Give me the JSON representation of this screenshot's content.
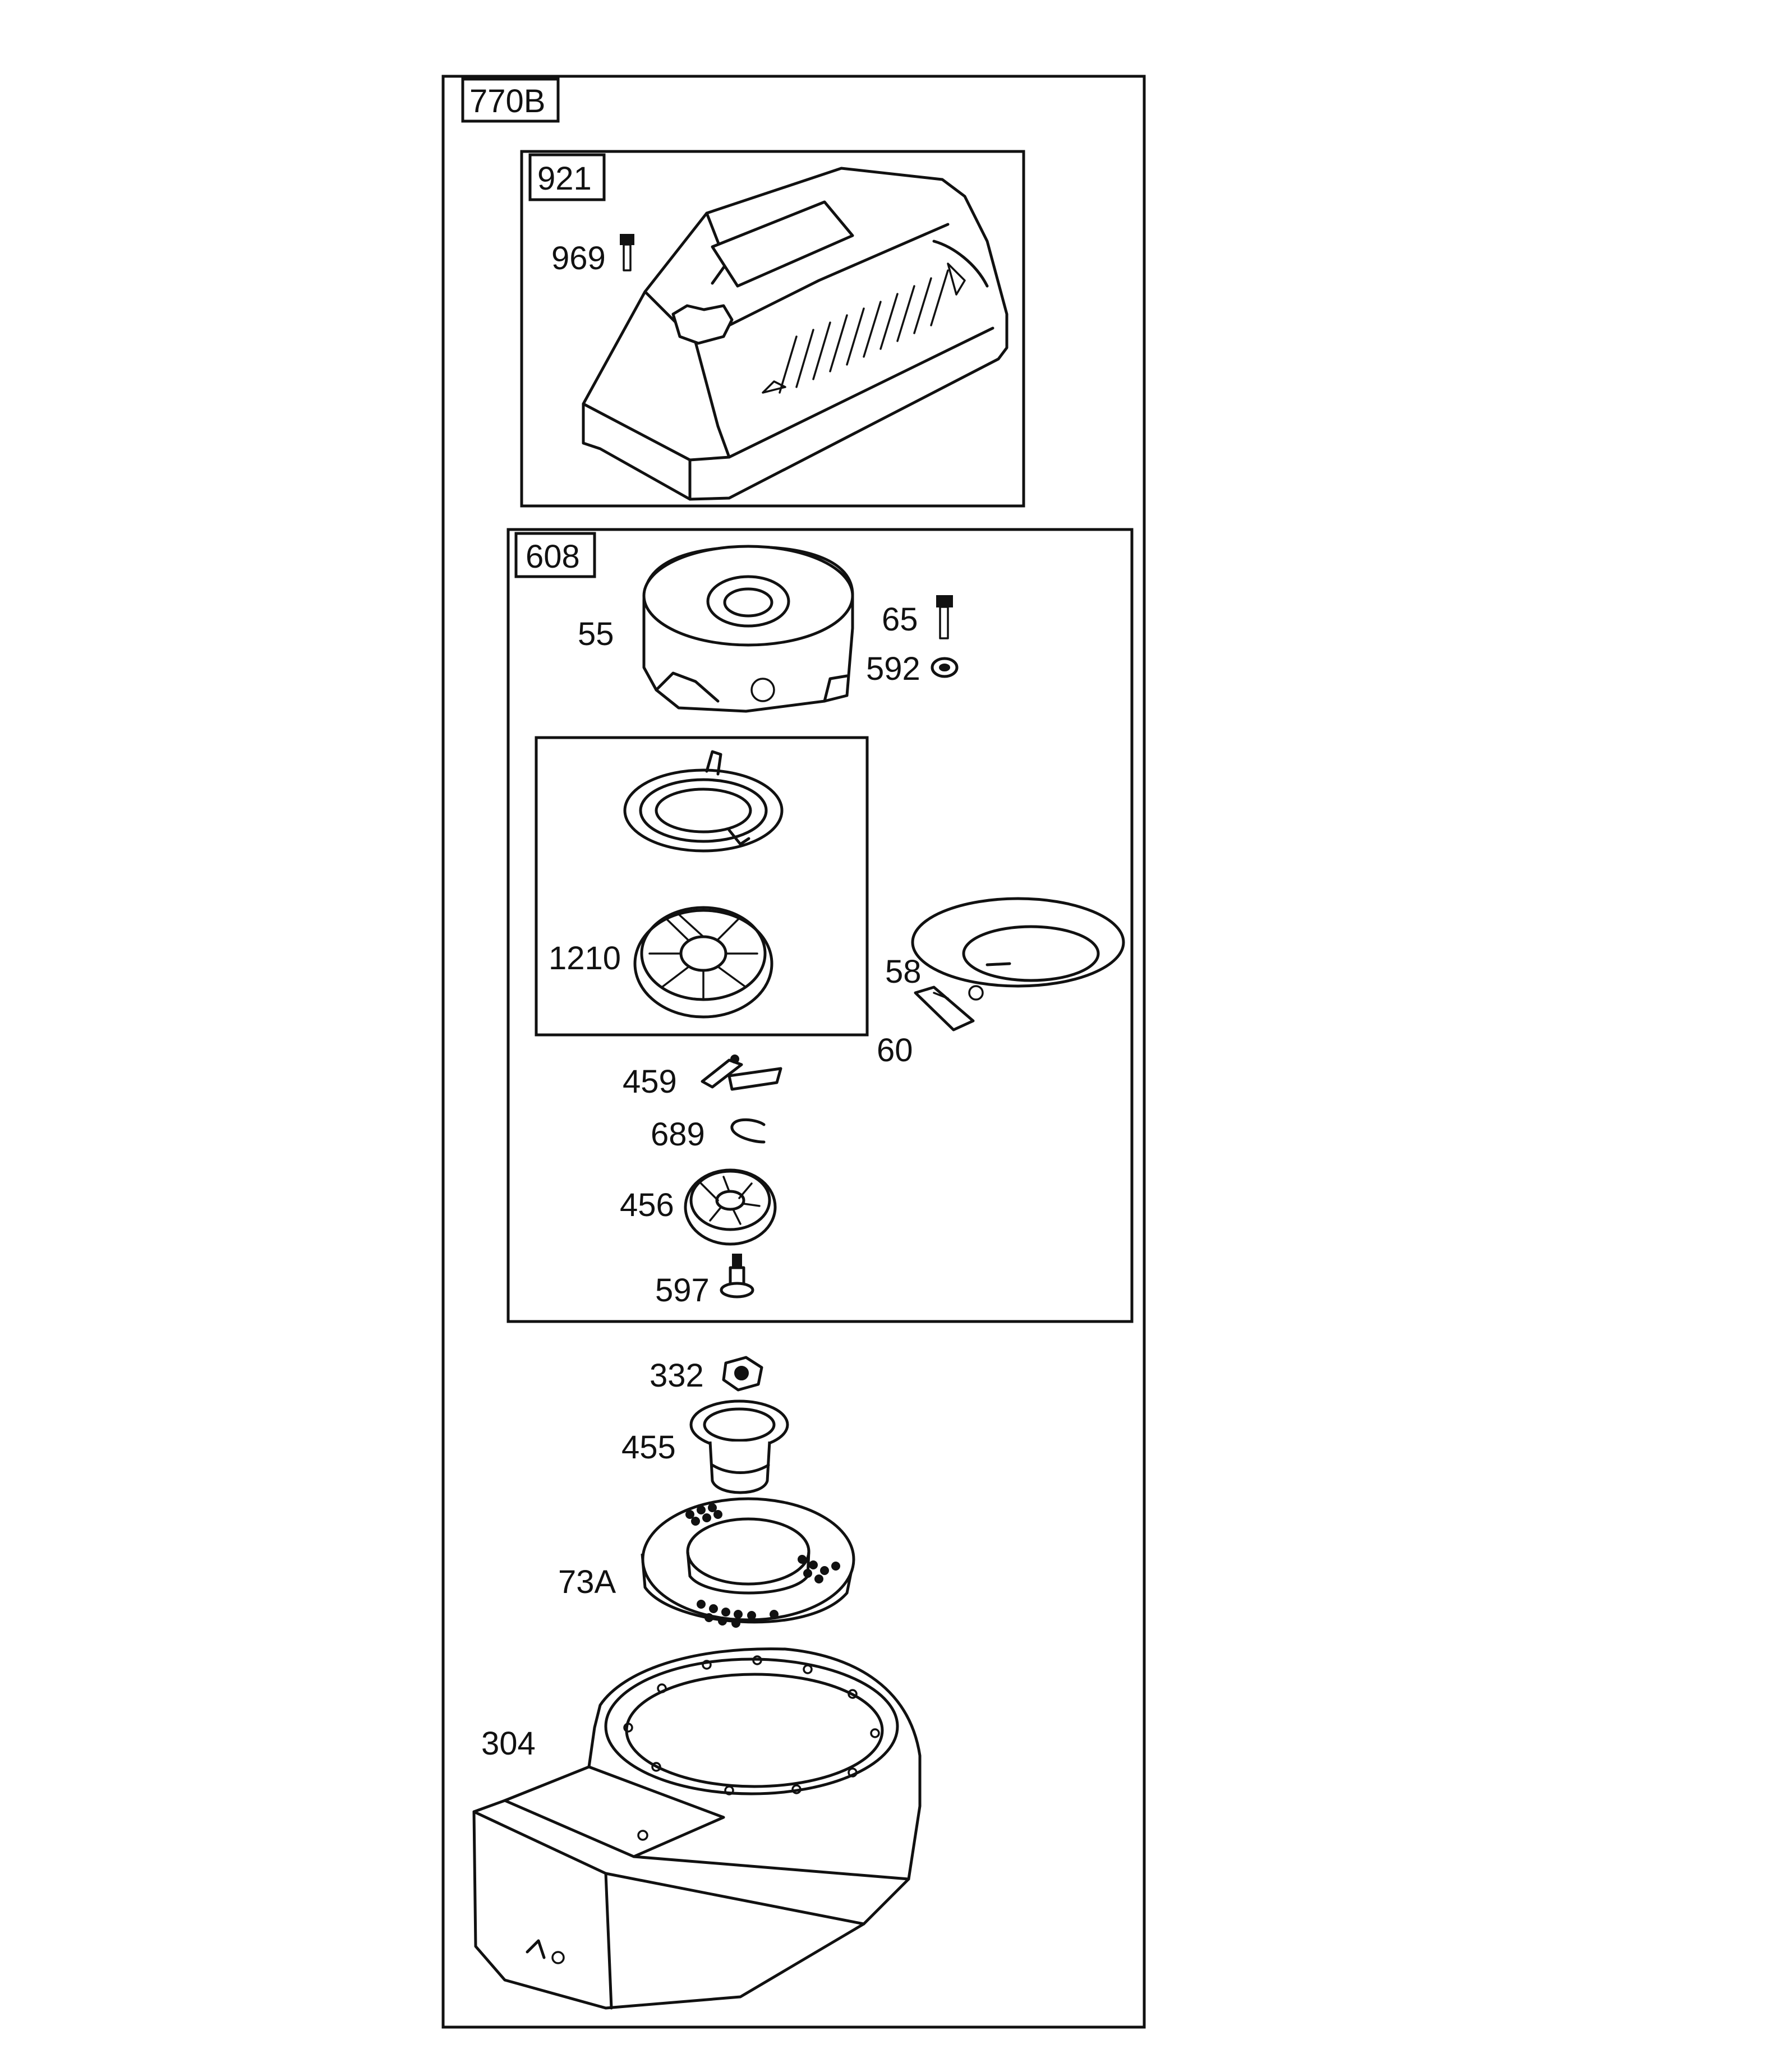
{
  "assembly": {
    "main_id": "770B",
    "cover_group_id": "921",
    "starter_group_id": "608"
  },
  "parts": {
    "p969": "969",
    "p55": "55",
    "p65": "65",
    "p592": "592",
    "p1210": "1210",
    "p58": "58",
    "p60": "60",
    "p459": "459",
    "p689": "689",
    "p456": "456",
    "p597": "597",
    "p332": "332",
    "p455": "455",
    "p73a": "73A",
    "p304": "304"
  }
}
